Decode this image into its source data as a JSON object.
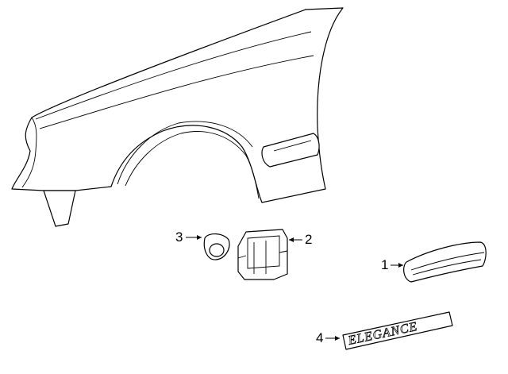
{
  "callouts": [
    {
      "id": "1",
      "part": "fender-molding"
    },
    {
      "id": "2",
      "part": "retainer-bracket"
    },
    {
      "id": "3",
      "part": "side-marker-lamp"
    },
    {
      "id": "4",
      "part": "emblem-badge"
    }
  ],
  "badge": {
    "text": "ELEGANCE"
  },
  "colors": {
    "line": "#000000",
    "background": "#ffffff"
  }
}
